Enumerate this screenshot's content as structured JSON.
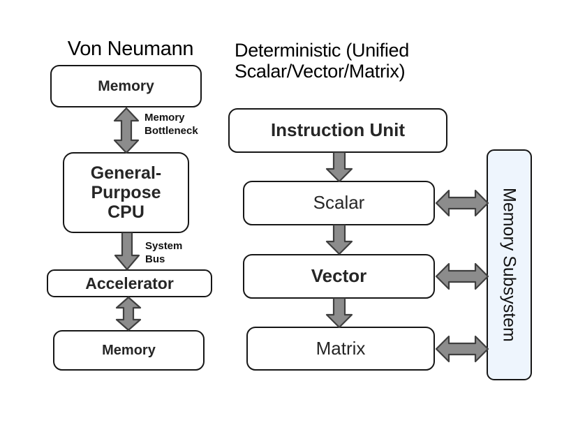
{
  "diagram": {
    "title_left": "Von Neumann",
    "title_right": "Deterministic (Unified Scalar/Vector/Matrix)",
    "colors": {
      "box_fill": "#ffffff",
      "box_stroke": "#161616",
      "memory_subsystem_fill": "#eef5fd",
      "arrow_fill": "#8c8c8c",
      "arrow_stroke": "#3f3f3f",
      "text": "#262626",
      "background": "#ffffff"
    },
    "left_column": {
      "title": "Von Neumann",
      "nodes": [
        {
          "id": "memory-top",
          "label": "Memory"
        },
        {
          "id": "cpu",
          "label": "General-Purpose CPU"
        },
        {
          "id": "accelerator",
          "label": "Accelerator"
        },
        {
          "id": "memory-bottom",
          "label": "Memory"
        }
      ],
      "edges": [
        {
          "from": "memory-top",
          "to": "cpu",
          "label": "Memory\nBottleneck",
          "direction": "bidirectional"
        },
        {
          "from": "cpu",
          "to": "accelerator",
          "label": "System\nBus",
          "direction": "down"
        },
        {
          "from": "accelerator",
          "to": "memory-bottom",
          "label": "",
          "direction": "bidirectional"
        }
      ]
    },
    "right_column": {
      "title_line1": "Deterministic (Unified",
      "title_line2": "Scalar/Vector/Matrix)",
      "nodes": [
        {
          "id": "instruction-unit",
          "label": "Instruction Unit"
        },
        {
          "id": "scalar",
          "label": "Scalar"
        },
        {
          "id": "vector",
          "label": "Vector"
        },
        {
          "id": "matrix",
          "label": "Matrix"
        }
      ],
      "memory_subsystem": {
        "id": "memory-subsystem",
        "label": "Memory Subsystem"
      },
      "edges": [
        {
          "from": "instruction-unit",
          "to": "scalar",
          "direction": "down"
        },
        {
          "from": "scalar",
          "to": "vector",
          "direction": "down"
        },
        {
          "from": "vector",
          "to": "matrix",
          "direction": "down"
        },
        {
          "from": "scalar",
          "to": "memory-subsystem",
          "direction": "bidirectional"
        },
        {
          "from": "vector",
          "to": "memory-subsystem",
          "direction": "bidirectional"
        },
        {
          "from": "matrix",
          "to": "memory-subsystem",
          "direction": "bidirectional"
        }
      ]
    }
  },
  "labels": {
    "memory_top": "Memory",
    "cpu": "General-\nPurpose\nCPU",
    "accelerator": "Accelerator",
    "memory_bottom": "Memory",
    "instruction_unit": "Instruction Unit",
    "scalar": "Scalar",
    "vector": "Vector",
    "matrix": "Matrix",
    "memory_subsystem": "Memory Subsystem",
    "memory_bottleneck": "Memory\nBottleneck",
    "system_bus": "System\nBus"
  }
}
